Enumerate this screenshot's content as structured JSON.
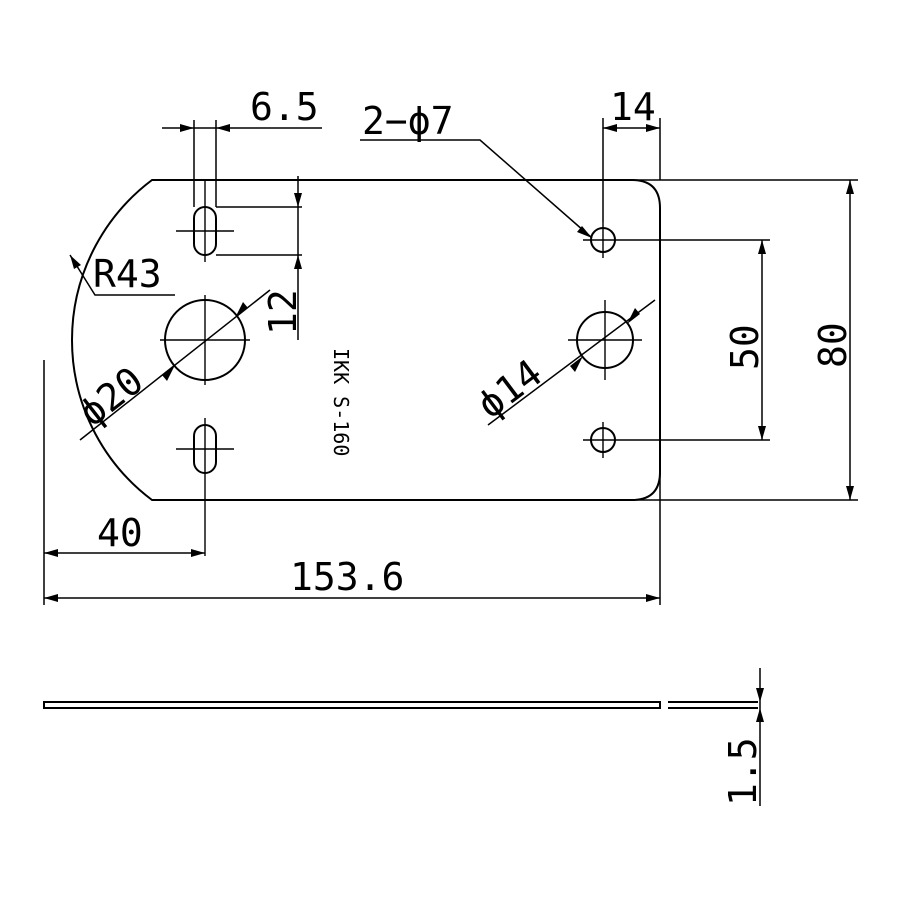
{
  "drawing": {
    "dims": {
      "width_total": "153.6",
      "left_to_hole": "40",
      "height": "80",
      "hole_spacing": "50",
      "slot_width": "6.5",
      "slot_length": "12",
      "right_edge_offset": "14",
      "radius": "R43",
      "big_hole_left": "ϕ20",
      "big_hole_right": "ϕ14",
      "small_holes": "2−ϕ7",
      "thickness": "1.5"
    },
    "part_label": "IKK S-160"
  }
}
